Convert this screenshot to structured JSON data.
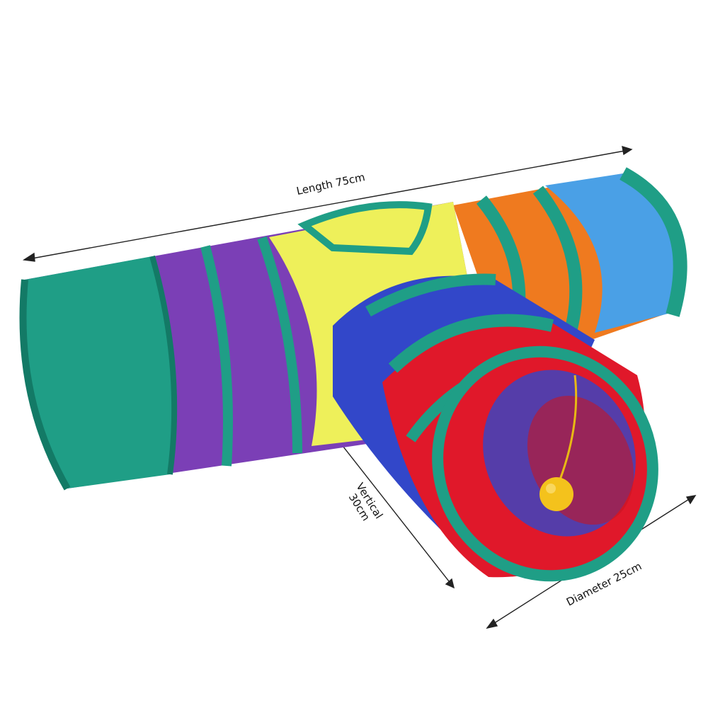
{
  "dimensions": {
    "length": "Length 75cm",
    "vertical_line1": "Vertical",
    "vertical_line2": "30cm",
    "diameter": "Diameter 25cm"
  },
  "colors": {
    "green": "#1f9e86",
    "green_dark": "#137a66",
    "purple": "#7b3fb6",
    "yellow": "#eef05a",
    "blue": "#3247c9",
    "red": "#e0182a",
    "orange": "#ef7a1f",
    "light_blue": "#4aa0e6",
    "ball": "#f4c21c"
  }
}
